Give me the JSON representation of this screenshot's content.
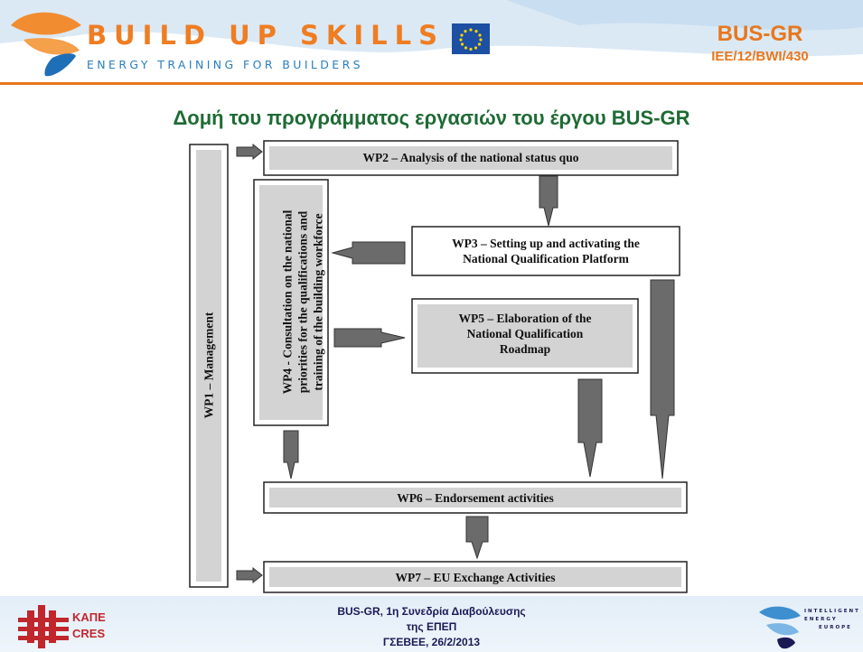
{
  "header": {
    "logo_title": "BUILD UP SKILLS",
    "logo_subtitle": "ENERGY TRAINING FOR BUILDERS",
    "project_acronym": "BUS-GR",
    "project_code": "IEE/12/BWI/430",
    "colors": {
      "orange": "#e8771e",
      "blue": "#2a7fc0",
      "green": "#1e6b34"
    }
  },
  "slide": {
    "heading": "Δομή  του προγράμματος εργασιών του έργου BUS-GR"
  },
  "diagram": {
    "wp1": "WP1 – Management",
    "wp2": "WP2 – Analysis of the national status quo",
    "wp3": {
      "line1": "WP3 – Setting up and activating the",
      "line2": "National Qualification Platform"
    },
    "wp4": {
      "line1": "WP4 - Consultation on the national",
      "line2": "priorities for the qualifications and",
      "line3": "training of the building workforce"
    },
    "wp5": {
      "line1": "WP5 – Elaboration of the",
      "line2": "National Qualification",
      "line3": "Roadmap"
    },
    "wp6": "WP6 – Endorsement activities",
    "wp7": "WP7 – EU Exchange Activities"
  },
  "footer": {
    "line1": "BUS-GR, 1η Συνεδρία Διαβούλευσης",
    "line2": "της ΕΠΕΠ",
    "line3": "ΓΣΕΒΕΕ, 26/2/2013",
    "left_logo_line1": "ΚΑΠΕ",
    "left_logo_line2": "CRES",
    "right_logo_line1": "INTELLIGENT",
    "right_logo_line2": "ENERGY",
    "right_logo_line3": "EUROPE"
  }
}
